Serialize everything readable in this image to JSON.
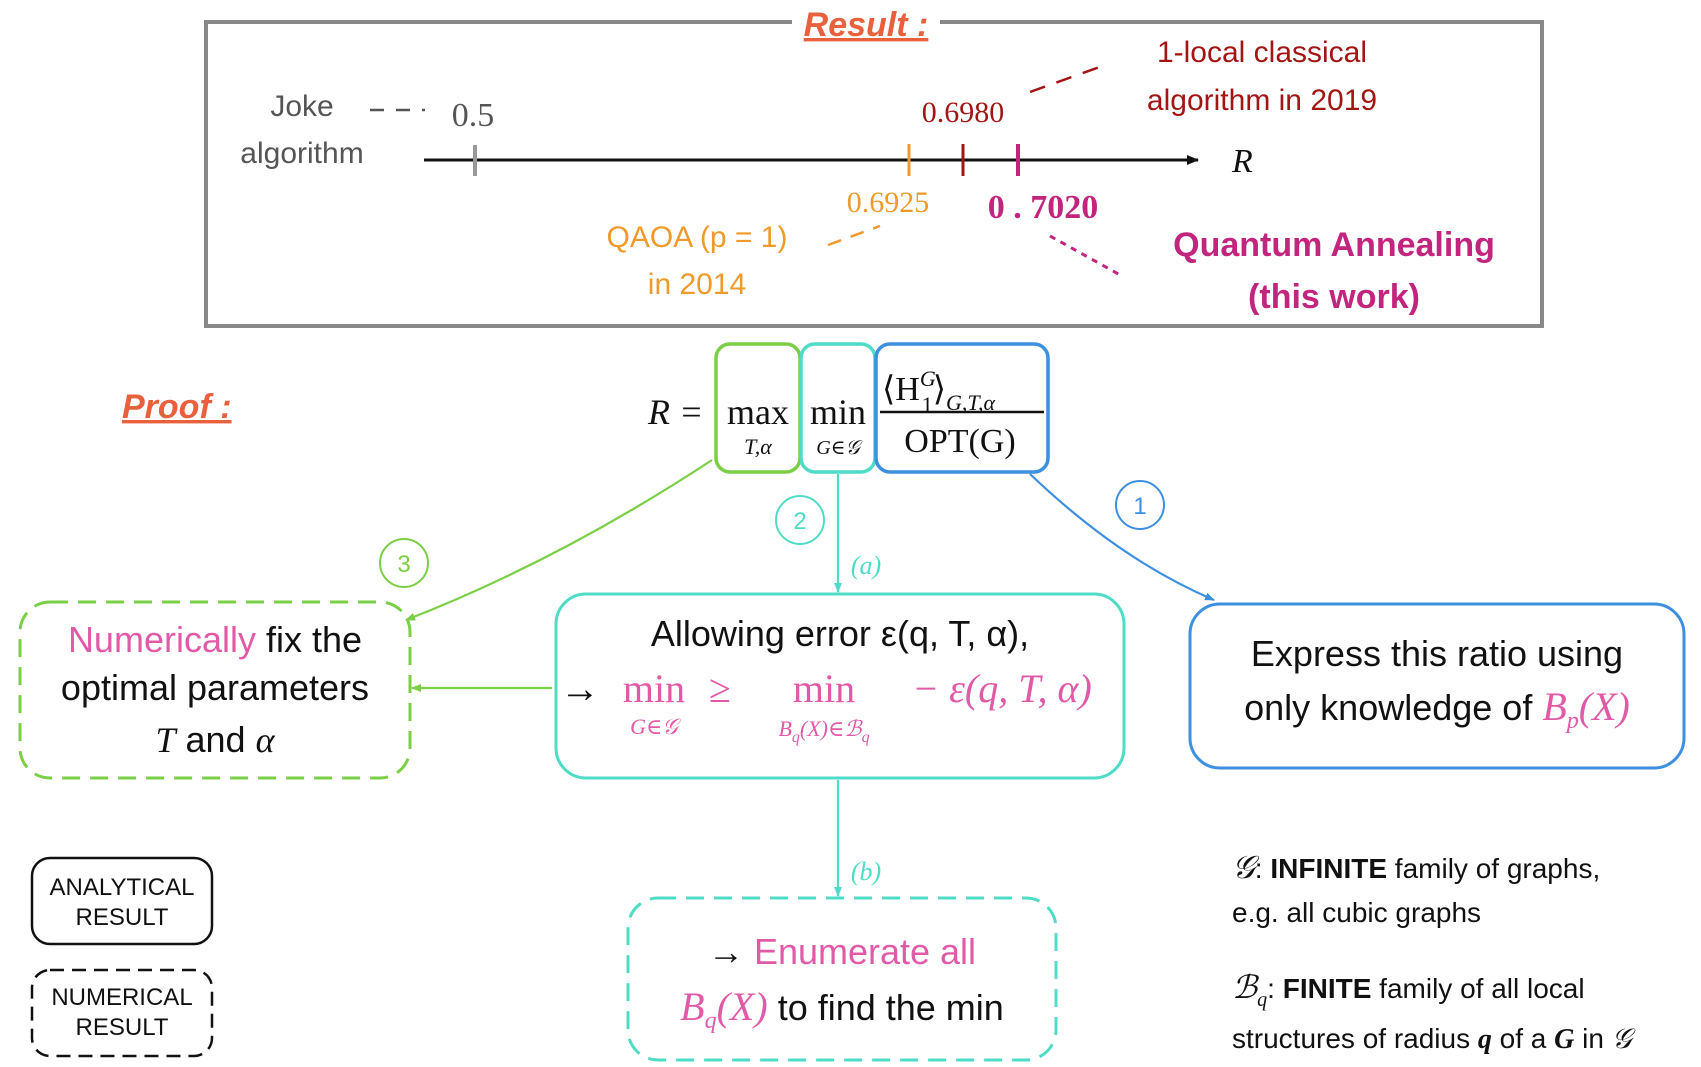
{
  "colors": {
    "result_heading": "#e8603c",
    "gray_text": "#555555",
    "dark_red": "#a31515",
    "orange": "#ef9a2b",
    "magenta": "#c2257d",
    "pink": "#e15aa8",
    "green": "#7bcf45",
    "teal": "#4fdcc7",
    "blue": "#3d8fe0",
    "frame": "#888888",
    "black": "#111111"
  },
  "result": {
    "heading": "Result :",
    "joke_line1": "Joke",
    "joke_line2": "algorithm",
    "tick_05": "0.5",
    "tick_06980": "0.6980",
    "tick_06925": "0.6925",
    "tick_07020": "0 . 7020",
    "axis_label": "R",
    "classical_line1": "1-local classical",
    "classical_line2": "algorithm in 2019",
    "qaoa_line1": "QAOA (p = 1)",
    "qaoa_line2": "in 2014",
    "qa_line1": "Quantum Annealing",
    "qa_line2": "(this work)"
  },
  "proof": {
    "heading": "Proof :",
    "formula": {
      "lhs": "R =",
      "max": "max",
      "max_sub": "T,α",
      "min": "min",
      "min_sub": "G∈𝒢",
      "num_open": "⟨H",
      "num_sup": "G",
      "num_sub1": "1",
      "num_close": "⟩",
      "num_sub2": "G,T,α",
      "den": "OPT(G)"
    },
    "step1": "1",
    "step2": "2",
    "step3": "3",
    "arrow_a": "(a)",
    "arrow_b": "(b)"
  },
  "boxes": {
    "numerically": {
      "word_pink": "Numerically",
      "rest1": " fix the",
      "line2": "optimal parameters",
      "T": "T",
      "and": " and ",
      "alpha": "α"
    },
    "allowing": {
      "line1": "Allowing error ε(q, T, α),",
      "arrow": "→",
      "min1": "min",
      "min1_sub": "G∈𝒢",
      "geq": "≥",
      "min2": "min",
      "min2_sub": "B",
      "min2_sub_q": "q",
      "min2_sub_rest": "(X)∈ℬ",
      "min2_sub_q2": "q",
      "eps": "− ε(q, T, α)"
    },
    "express": {
      "line1": "Express this ratio using",
      "line2": "only knowledge of ",
      "B": "B",
      "p": "p",
      "X": "(X)"
    },
    "enumerate": {
      "arrow": "→ ",
      "line1_pink": "Enumerate all",
      "B": "B",
      "q": "q",
      "X": "(X)",
      "rest": " to find the min"
    }
  },
  "legend": {
    "analytical_line1": "ANALYTICAL",
    "analytical_line2": "RESULT",
    "numerical_line1": "NUMERICAL",
    "numerical_line2": "RESULT"
  },
  "notes": {
    "g_symbol": "𝒢",
    "g_colon": ": ",
    "g_bold": "INFINITE",
    "g_rest": " family of graphs,",
    "g_line2": "e.g. all cubic graphs",
    "b_symbol": "ℬ",
    "b_sub": "q",
    "b_colon": ": ",
    "b_bold": "FINITE",
    "b_rest": " family of all local",
    "b_line2_a": "structures of radius ",
    "b_line2_q": "q",
    "b_line2_b": " of a ",
    "b_line2_G": "G",
    "b_line2_c": " in ",
    "b_line2_g": "𝒢"
  }
}
